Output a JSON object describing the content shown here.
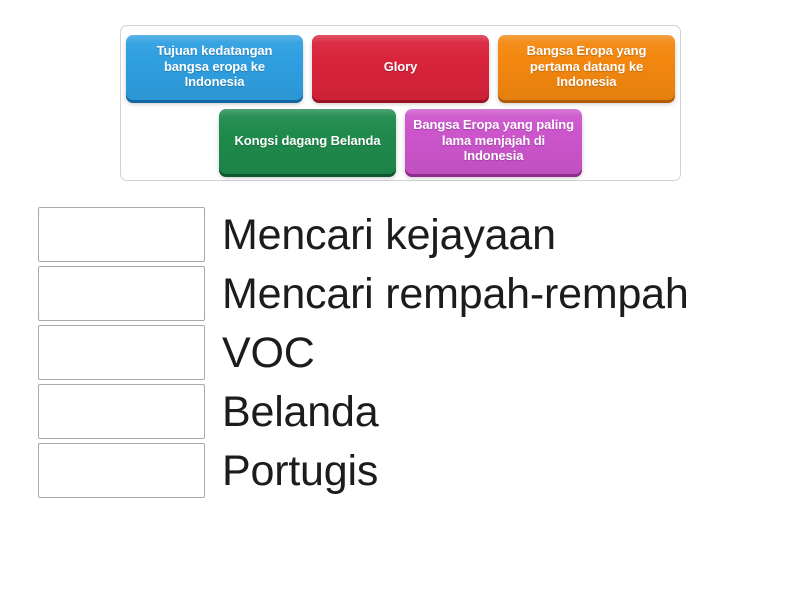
{
  "activity": {
    "type": "match-up-drag-and-drop",
    "tray": {
      "tiles": [
        {
          "id": "tile-1",
          "label": "Tujuan kedatangan bangsa eropa ke Indonesia",
          "color": "#2f9fe0",
          "color_name": "blue"
        },
        {
          "id": "tile-2",
          "label": "Glory",
          "color": "#d9233b",
          "color_name": "red"
        },
        {
          "id": "tile-3",
          "label": "Bangsa Eropa yang pertama datang ke Indonesia",
          "color": "#f3870f",
          "color_name": "orange"
        },
        {
          "id": "tile-4",
          "label": "Kongsi dagang Belanda",
          "color": "#1f8a4c",
          "color_name": "green"
        },
        {
          "id": "tile-5",
          "label": "Bangsa Eropa yang paling lama menjajah di Indonesia",
          "color": "#cc55cc",
          "color_name": "purple"
        }
      ]
    },
    "answers": [
      {
        "id": "answer-1",
        "label": "Mencari kejayaan",
        "dropped": ""
      },
      {
        "id": "answer-2",
        "label": "Mencari rempah-rempah",
        "dropped": ""
      },
      {
        "id": "answer-3",
        "label": "VOC",
        "dropped": ""
      },
      {
        "id": "answer-4",
        "label": "Belanda",
        "dropped": ""
      },
      {
        "id": "answer-5",
        "label": "Portugis",
        "dropped": ""
      }
    ]
  }
}
